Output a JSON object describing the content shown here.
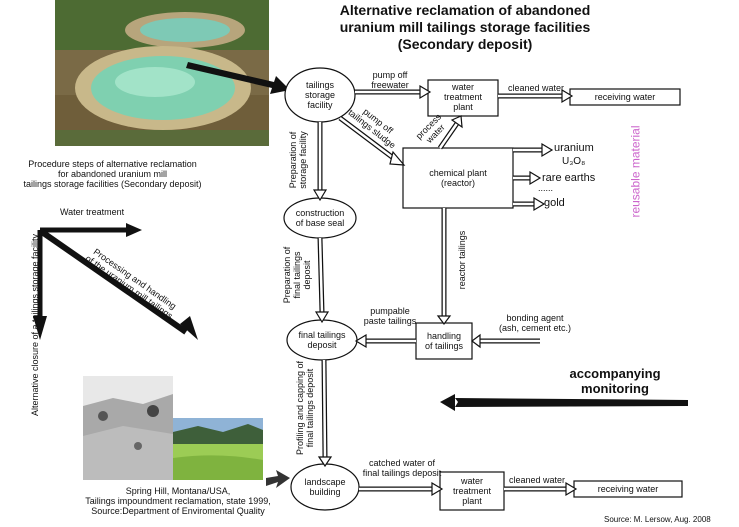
{
  "title": [
    "Alternative reclamation of abandoned",
    "uranium mill tailings storage facilities",
    "(Secondary deposit)"
  ],
  "left_heading": [
    "Procedure steps of alternative reclamation",
    "for abandoned uranium mill",
    "tailings storage facilities (Secondary deposit)"
  ],
  "left_arrows": {
    "water_treatment": "Water treatment",
    "alternative_closure": "Alternative closure of a tailings storage facility",
    "processing": [
      "Processing and handling",
      "of the uranium mill tailings"
    ]
  },
  "nodes": {
    "tailings_storage": [
      "tailings",
      "storage",
      "facility"
    ],
    "water_treatment_top": [
      "water",
      "treatment",
      "plant"
    ],
    "receiving_water_top": "receiving water",
    "chemical_plant": [
      "chemical plant",
      "(reactor)"
    ],
    "base_seal": [
      "construction",
      "of base seal"
    ],
    "final_deposit": [
      "final tailings",
      "deposit"
    ],
    "handling": [
      "handling",
      "of tailings"
    ],
    "landscape": [
      "landscape",
      "building"
    ],
    "water_treatment_bottom": [
      "water",
      "treatment",
      "plant"
    ],
    "receiving_water_bottom": "receiving water"
  },
  "edge_labels": {
    "pump_off_freewater": [
      "pump off",
      "freewater"
    ],
    "cleaned_water_top": "cleaned water",
    "pump_off_sludge": [
      "pump off",
      "tailings sludge"
    ],
    "process_water": [
      "process",
      "water"
    ],
    "prep_storage": [
      "Preparation of",
      "storage facility"
    ],
    "prep_final": [
      "Preparation of",
      "final tailings",
      "deposit"
    ],
    "reactor_tailings": "reactor tailings",
    "pumpable": [
      "pumpable",
      "paste tailings"
    ],
    "bonding_agent": [
      "bonding agent",
      "(ash, cement etc.)"
    ],
    "profiling": [
      "Profiling and capping of",
      "final tailings deposit"
    ],
    "catched_water": [
      "catched water of",
      "final tailings deposit"
    ],
    "cleaned_water_bottom": "cleaned water"
  },
  "outputs": {
    "uranium": "uranium",
    "u3o8": "U₃O₈",
    "rare_earths": "rare earths",
    "ellipsis": "......",
    "gold": "gold"
  },
  "reusable_material": "reusable material",
  "monitoring": [
    "accompanying",
    "monitoring"
  ],
  "photo_caption": [
    "Spring Hill, Montana/USA,",
    "Tailings impoundment reclamation, state 1999,",
    "Source:Department of Enviromental Quality"
  ],
  "source": "Source: M. Lersow, Aug. 2008",
  "colors": {
    "reusable": "#cc66cc",
    "line": "#111111"
  }
}
